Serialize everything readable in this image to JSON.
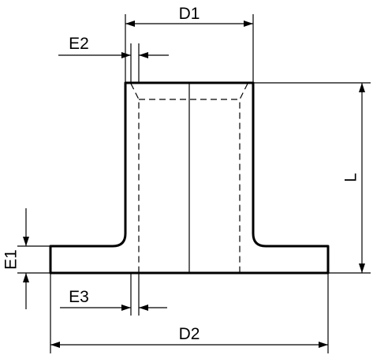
{
  "labels": {
    "d1": "D1",
    "d2": "D2",
    "e1": "E1",
    "e2": "E2",
    "e3": "E3",
    "l": "L"
  }
}
